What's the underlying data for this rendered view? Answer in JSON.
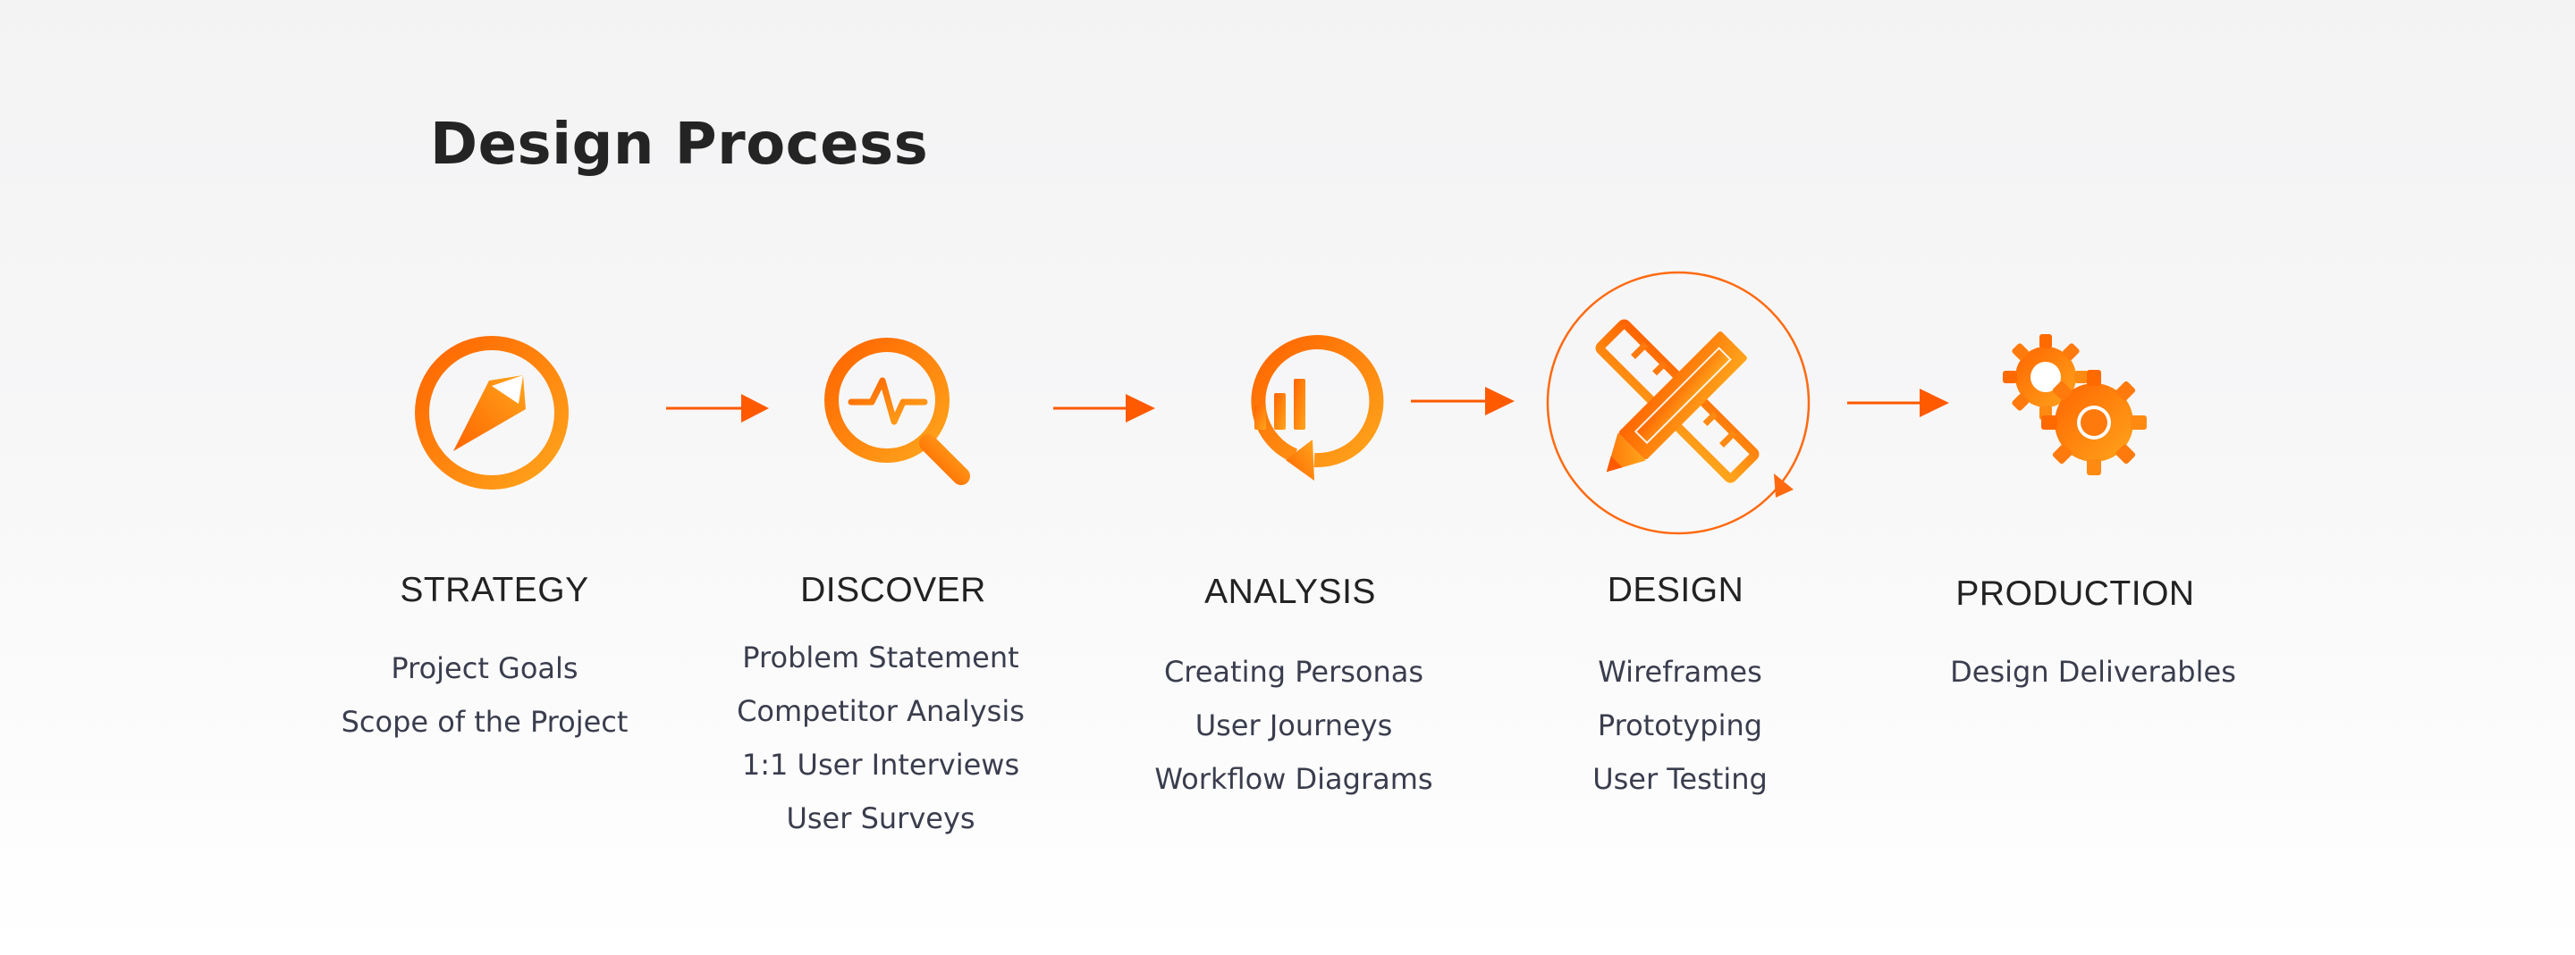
{
  "title": "Design Process",
  "colors": {
    "accent_start": "#ff6a00",
    "accent_end": "#ffa31a",
    "heading": "#242424",
    "item_text": "#3a3d4d"
  },
  "stages": [
    {
      "icon": "compass-icon",
      "heading": "STRATEGY",
      "items": [
        "Project Goals",
        "Scope of the Project"
      ]
    },
    {
      "icon": "magnifier-pulse-icon",
      "heading": "DISCOVER",
      "items": [
        "Problem Statement",
        "Competitor Analysis",
        "1:1 User Interviews",
        "User Surveys"
      ]
    },
    {
      "icon": "chart-refresh-icon",
      "heading": "ANALYSIS",
      "items": [
        "Creating Personas",
        "User Journeys",
        "Workflow Diagrams"
      ]
    },
    {
      "icon": "pencil-ruler-icon",
      "heading": "DESIGN",
      "items": [
        "Wireframes",
        "Prototyping",
        "User Testing"
      ]
    },
    {
      "icon": "gears-icon",
      "heading": "PRODUCTION",
      "items": [
        "Design Deliverables"
      ]
    }
  ]
}
